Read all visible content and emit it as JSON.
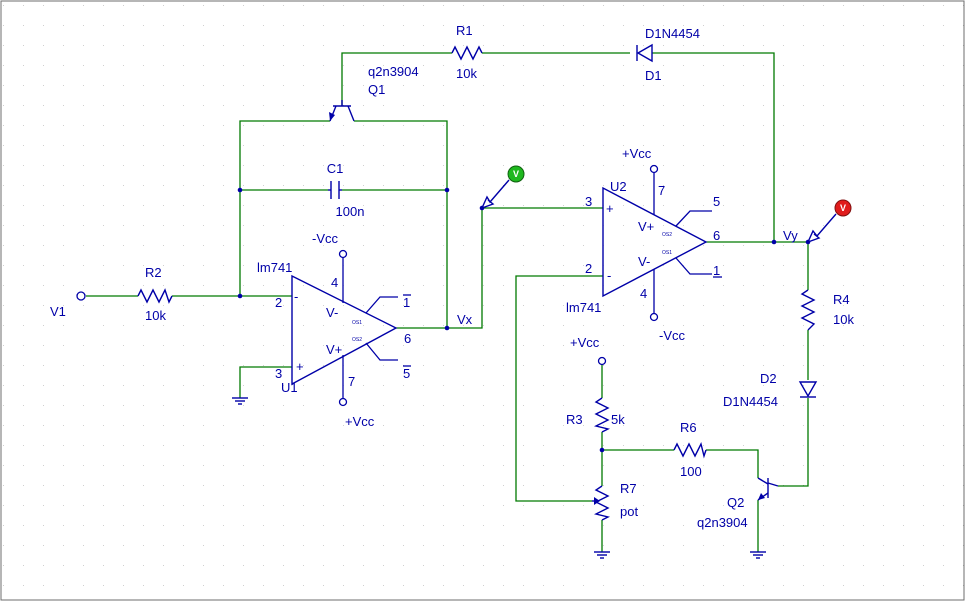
{
  "components": {
    "R1": {
      "ref": "R1",
      "value": "10k"
    },
    "R2": {
      "ref": "R2",
      "value": "10k"
    },
    "R3": {
      "ref": "R3",
      "value": "5k"
    },
    "R4": {
      "ref": "R4",
      "value": "10k"
    },
    "R6": {
      "ref": "R6",
      "value": "100"
    },
    "R7": {
      "ref": "R7",
      "value": "pot"
    },
    "C1": {
      "ref": "C1",
      "value": "100n"
    },
    "D1": {
      "ref": "D1",
      "model": "D1N4454"
    },
    "D2": {
      "ref": "D2",
      "model": "D1N4454"
    },
    "Q1": {
      "ref": "Q1",
      "model": "q2n3904"
    },
    "Q2": {
      "ref": "Q2",
      "model": "q2n3904"
    },
    "U1": {
      "ref": "U1",
      "model": "lm741",
      "pins": {
        "inv": "2",
        "noninv": "3",
        "vneg": "4",
        "vpos": "7",
        "out": "6",
        "os1": "1",
        "os2": "5"
      },
      "pin_labels": {
        "vneg": "V-",
        "vpos": "V+",
        "os1": "OS1",
        "os2": "OS2",
        "minus": "-",
        "plus": "+"
      }
    },
    "U2": {
      "ref": "U2",
      "model": "lm741",
      "pins": {
        "noninv": "3",
        "inv": "2",
        "vpos": "7",
        "vneg": "4",
        "out": "6",
        "os2": "5",
        "os1": "1"
      },
      "pin_labels": {
        "vpos": "V+",
        "vneg": "V-",
        "os2": "OS2",
        "os1": "OS1",
        "plus": "+",
        "minus": "-"
      }
    }
  },
  "nets": {
    "V1": "V1",
    "Vx": "Vx",
    "Vy": "Vy",
    "neg_supply": "-Vcc",
    "pos_supply": "+Vcc"
  },
  "probes": {
    "vx_probe": {
      "label": "V",
      "color": "#1fb81f"
    },
    "vy_probe": {
      "label": "V",
      "color": "#e01c1c"
    }
  },
  "colors": {
    "wire": "#007a00",
    "part": "#0000a8",
    "grid_dot": "#9a9a9a",
    "background": "#ffffff"
  }
}
